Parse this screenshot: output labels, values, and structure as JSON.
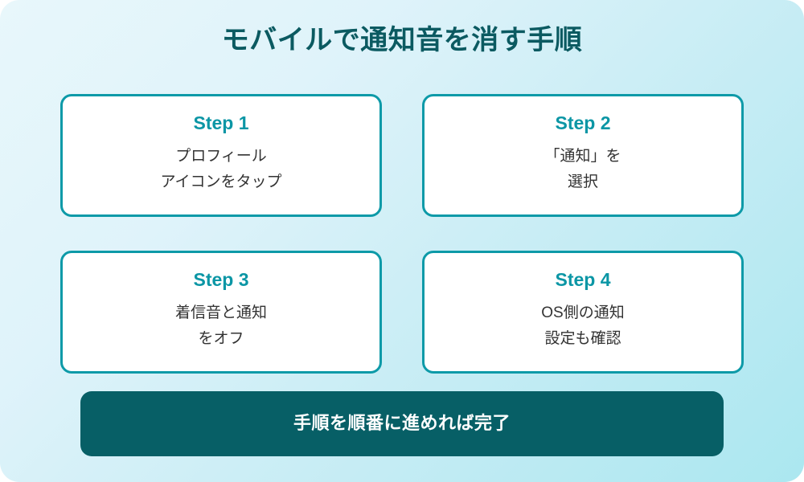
{
  "poster": {
    "title": "モバイルで通知音を消す手順",
    "colors": {
      "background_start": "#e8f7fb",
      "background_end": "#abe7f0",
      "title_text": "#0b5a61",
      "card_border": "#0d9aa8",
      "card_background": "#ffffff",
      "step_label_text": "#0b96a5",
      "body_text": "#333333",
      "footer_background": "#075f66",
      "footer_text": "#ffffff"
    }
  },
  "steps": [
    {
      "label": "Step 1",
      "body": "プロフィール\nアイコンをタップ"
    },
    {
      "label": "Step 2",
      "body": "「通知」を\n選択"
    },
    {
      "label": "Step 3",
      "body": "着信音と通知\nをオフ"
    },
    {
      "label": "Step 4",
      "body": "OS側の通知\n設定も確認"
    }
  ],
  "footer": {
    "text": "手順を順番に進めれば完了"
  }
}
